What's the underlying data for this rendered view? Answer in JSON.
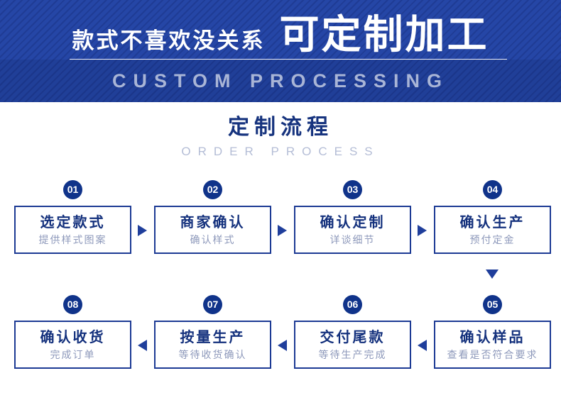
{
  "banner": {
    "tagline": "款式不喜欢没关系",
    "title": "可定制加工",
    "subtitle_en": "CUSTOM PROCESSING"
  },
  "section": {
    "title": "定制流程",
    "subtitle_en": "ORDER PROCESS"
  },
  "colors": {
    "banner_blue": "#2546a6",
    "navy": "#10338a",
    "box_border": "#1c3a94",
    "title_navy": "#16337e",
    "muted_blue_gray": "#8e99bb",
    "banner_sub_text": "#a9b5d6"
  },
  "flow": {
    "top_row_direction": "left-to-right",
    "bottom_row_direction": "right-to-left",
    "steps": [
      {
        "num": "01",
        "title": "选定款式",
        "desc": "提供样式图案"
      },
      {
        "num": "02",
        "title": "商家确认",
        "desc": "确认样式"
      },
      {
        "num": "03",
        "title": "确认定制",
        "desc": "详谈细节"
      },
      {
        "num": "04",
        "title": "确认生产",
        "desc": "预付定金"
      },
      {
        "num": "05",
        "title": "确认样品",
        "desc": "查看是否符合要求"
      },
      {
        "num": "06",
        "title": "交付尾款",
        "desc": "等待生产完成"
      },
      {
        "num": "07",
        "title": "按量生产",
        "desc": "等待收货确认"
      },
      {
        "num": "08",
        "title": "确认收货",
        "desc": "完成订单"
      }
    ]
  }
}
